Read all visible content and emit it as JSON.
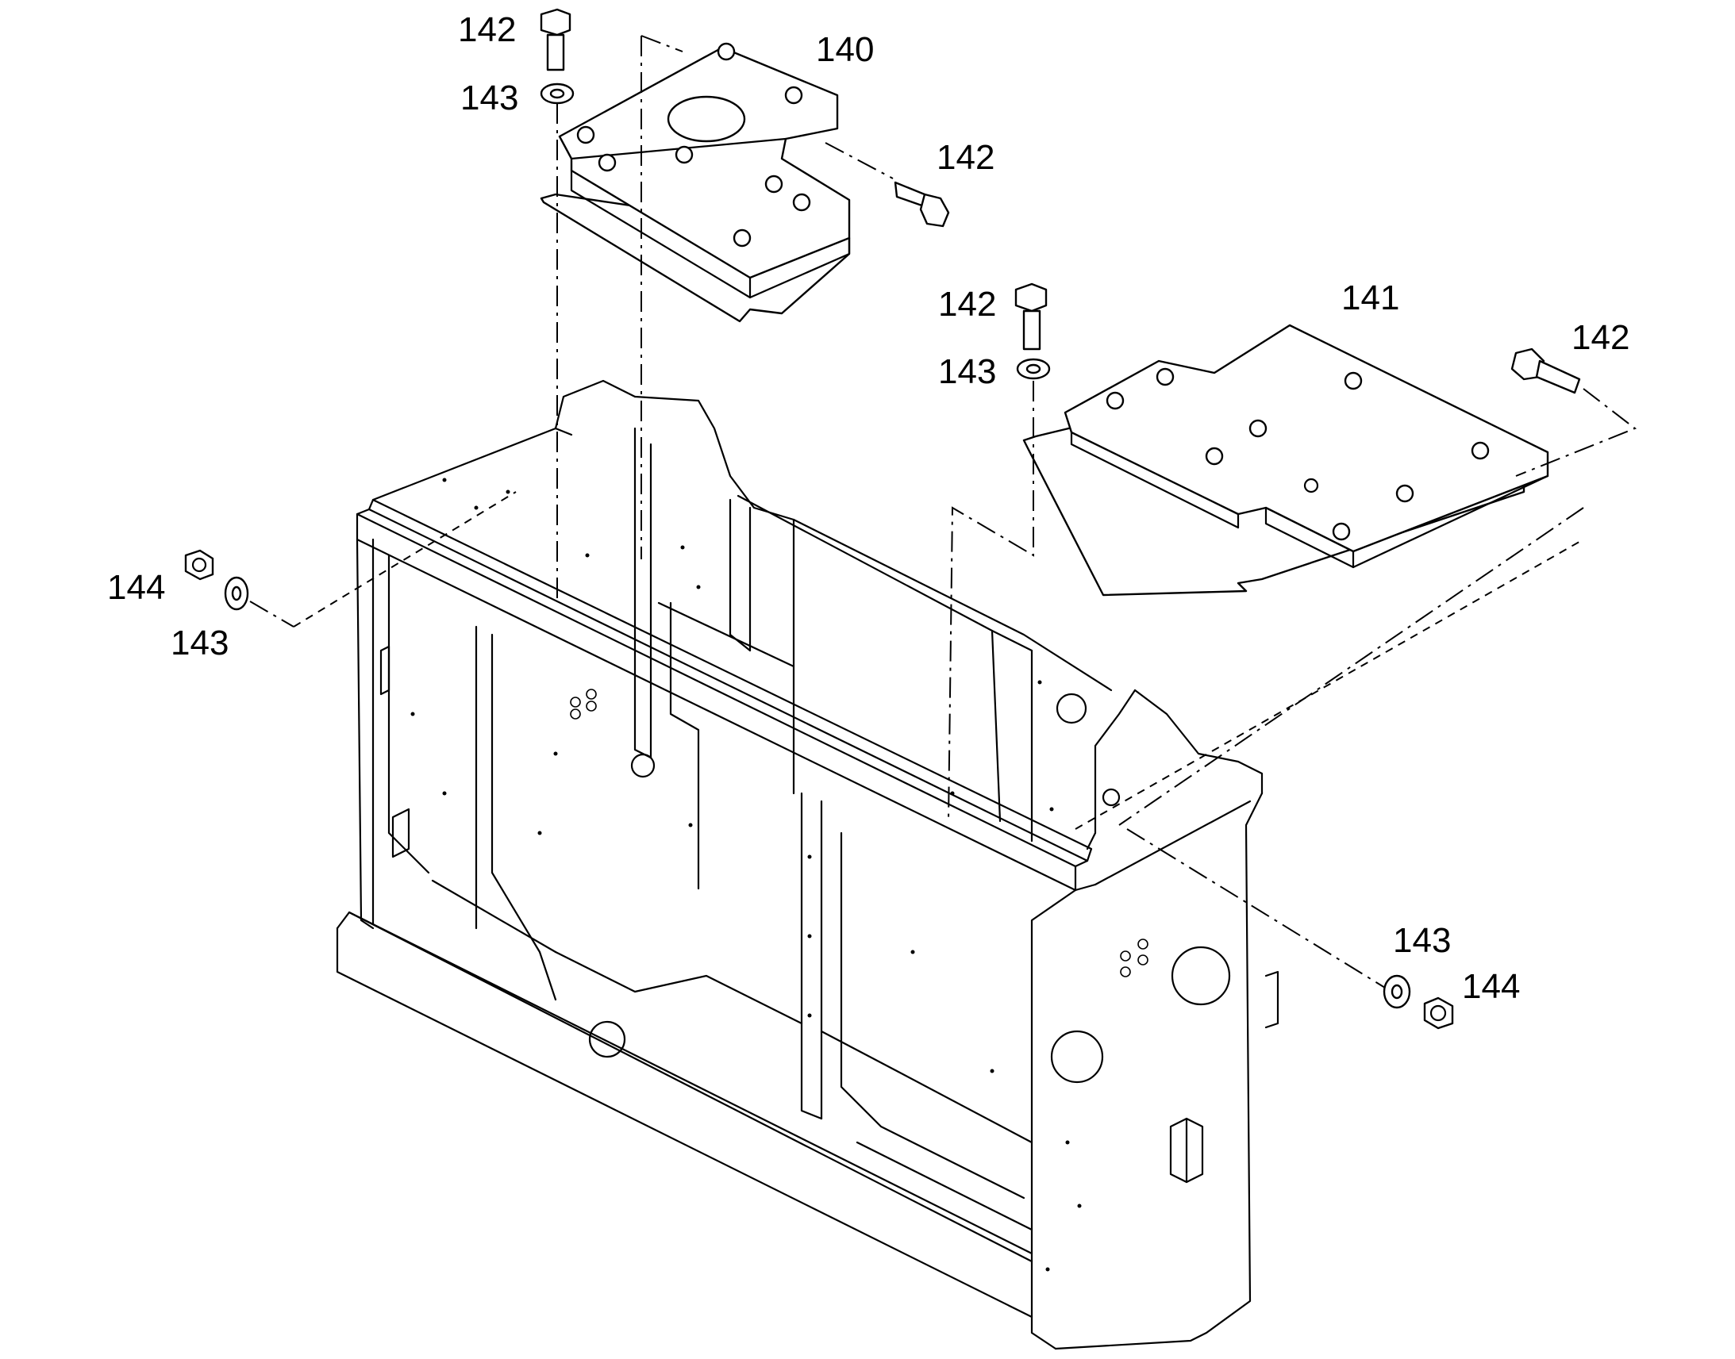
{
  "labels": {
    "p140": "140",
    "p141": "141",
    "p142_a": "142",
    "p142_b": "142",
    "p142_c": "142",
    "p142_d": "142",
    "p143_a": "143",
    "p143_b": "143",
    "p143_c": "143",
    "p143_d": "143",
    "p144_a": "144",
    "p144_b": "144"
  }
}
